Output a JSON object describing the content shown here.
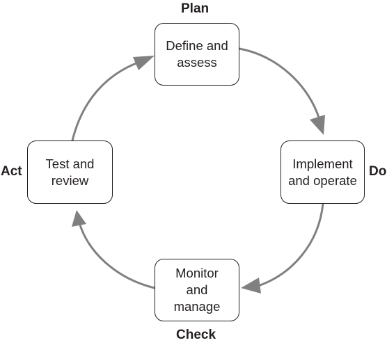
{
  "diagram": {
    "phases": {
      "plan": "Plan",
      "do": "Do",
      "check": "Check",
      "act": "Act"
    },
    "steps": {
      "plan": "Define and\nassess",
      "do": "Implement\nand operate",
      "check": "Monitor\nand\nmanage",
      "act": "Test and\nreview"
    },
    "colors": {
      "arrow": "#808080",
      "box_border": "#231f20",
      "text": "#231f20"
    }
  }
}
